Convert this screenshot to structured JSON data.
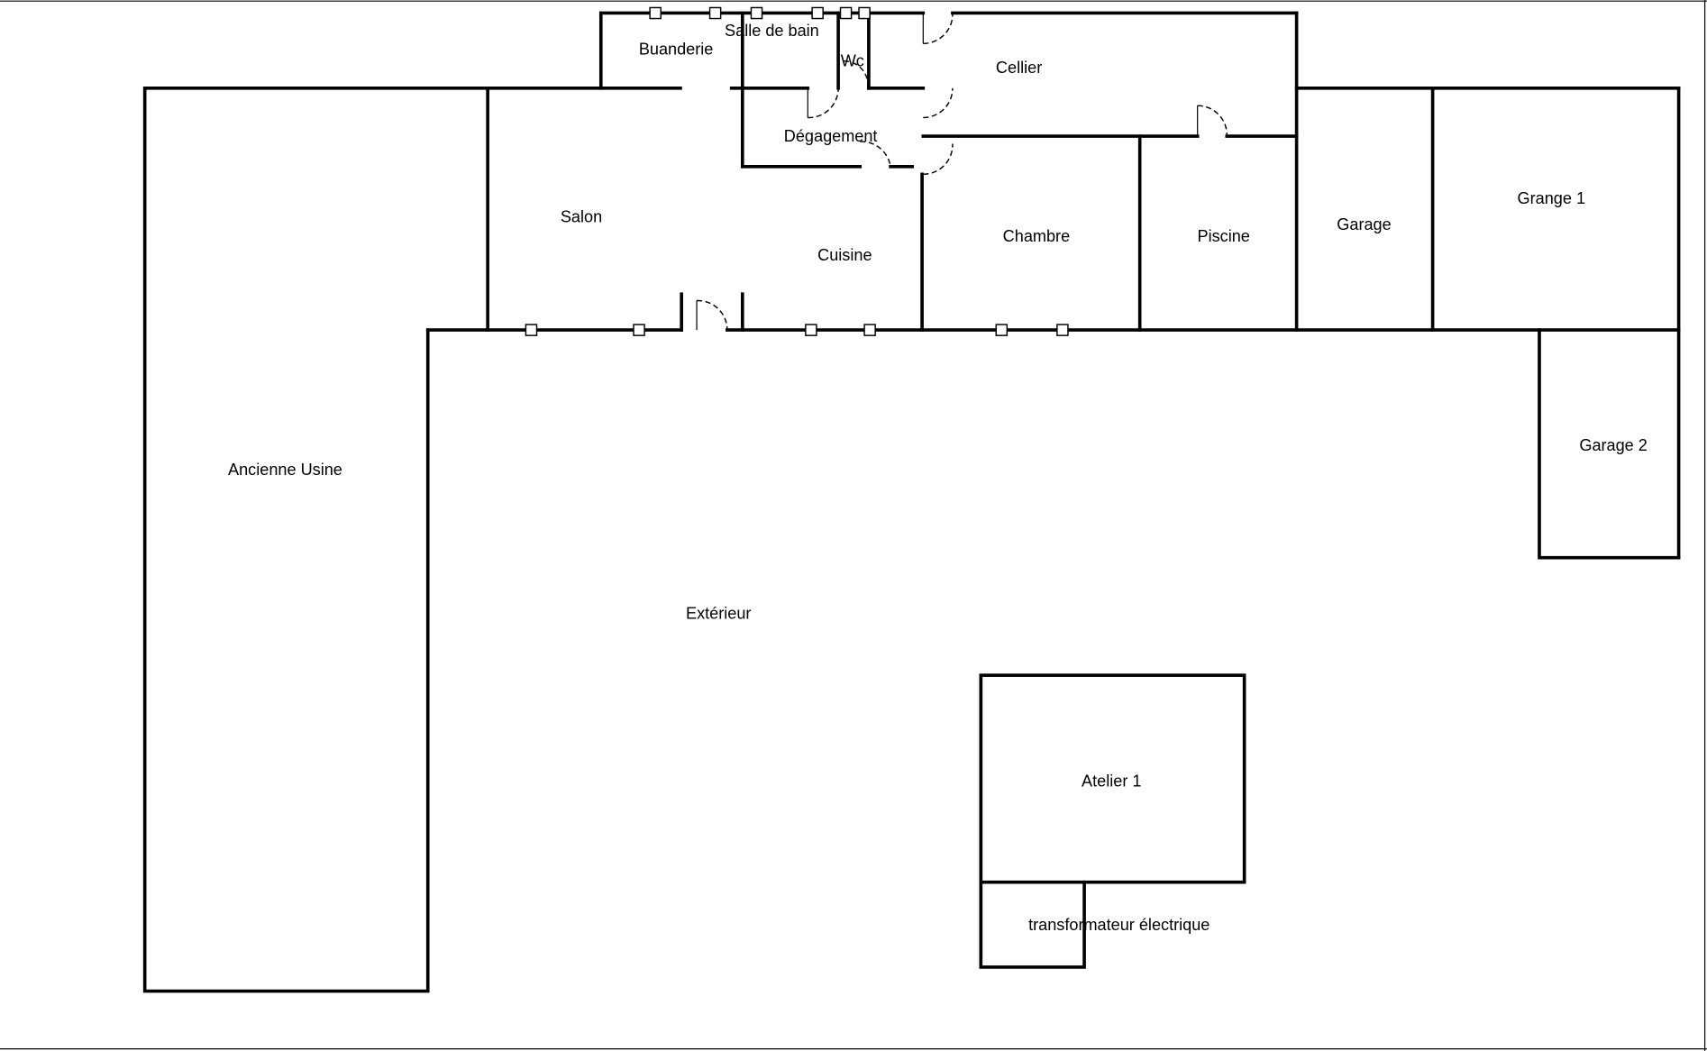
{
  "plan": {
    "rooms": {
      "buanderie": "Buanderie",
      "salle_de_bain": "Salle de bain",
      "wc": "Wc",
      "cellier": "Cellier",
      "degagement": "Dégagement",
      "salon": "Salon",
      "cuisine": "Cuisine",
      "chambre": "Chambre",
      "piscine": "Piscine",
      "garage": "Garage",
      "grange1": "Grange 1",
      "garage2": "Garage 2",
      "ancienne_usine": "Ancienne Usine",
      "exterieur": "Extérieur",
      "atelier1": "Atelier 1",
      "transformateur": "transformateur électrique"
    }
  }
}
